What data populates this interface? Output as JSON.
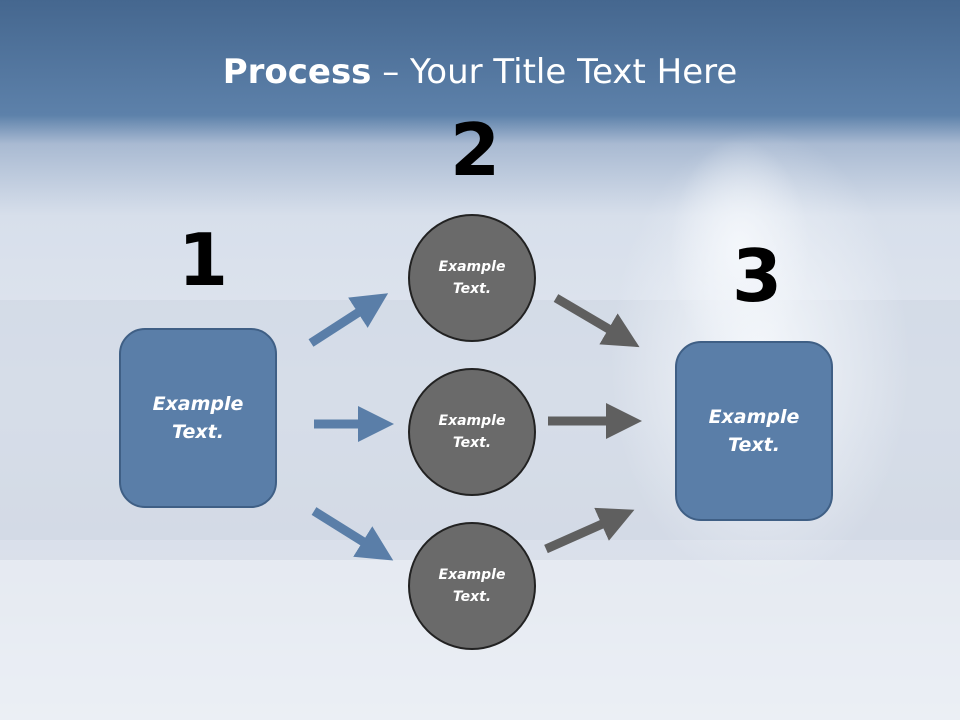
{
  "title": {
    "bold": "Process",
    "rest": " – Your Title Text Here"
  },
  "steps": {
    "one": "1",
    "two": "2",
    "three": "3"
  },
  "left_box": {
    "text": "Example\nText."
  },
  "right_box": {
    "text": "Example\nText."
  },
  "circles": [
    {
      "text": "Example\nText."
    },
    {
      "text": "Example\nText."
    },
    {
      "text": "Example\nText."
    }
  ],
  "colors": {
    "box": "#5a7ea8",
    "circle": "#6a6a6a",
    "arrow_blue": "#5a7ea8",
    "arrow_gray": "#5f5f5f"
  }
}
